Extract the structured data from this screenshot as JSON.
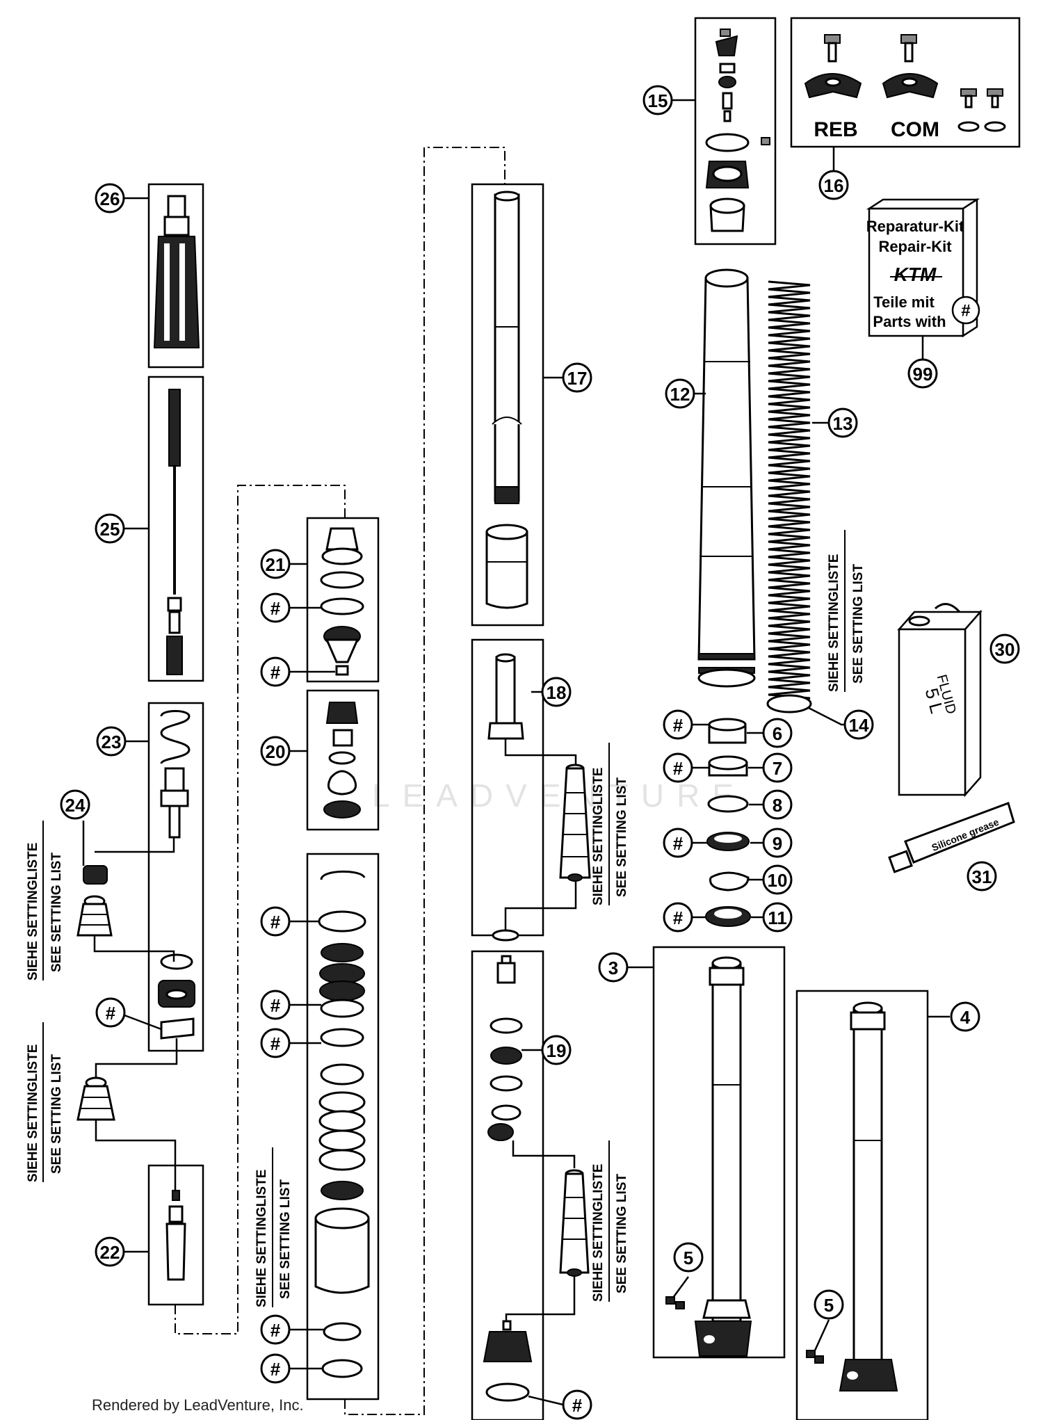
{
  "callouts": {
    "c3": "3",
    "c4": "4",
    "c5a": "5",
    "c5b": "5",
    "c6": "6",
    "c7": "7",
    "c8": "8",
    "c9": "9",
    "c10": "10",
    "c11": "11",
    "c12": "12",
    "c13": "13",
    "c14": "14",
    "c15": "15",
    "c16": "16",
    "c17": "17",
    "c18": "18",
    "c19": "19",
    "c20": "20",
    "c21": "21",
    "c22": "22",
    "c23": "23",
    "c24": "24",
    "c25": "25",
    "c26": "26",
    "c30": "30",
    "c31": "31",
    "c99": "99",
    "hash": "#"
  },
  "setting_list": {
    "de": "SIEHE SETTINGLISTE",
    "en": "SEE SETTING LIST"
  },
  "adjusters": {
    "reb": "REB",
    "com": "COM"
  },
  "repair_kit": {
    "line1": "Reparatur-Kit",
    "line2": "Repair-Kit",
    "brand": "KTM",
    "line3": "Teile mit",
    "line4": "Parts with",
    "symbol": "#"
  },
  "fluid_can": {
    "label": "FLUID",
    "volume": "5 L"
  },
  "grease_tube": {
    "label": "Silicone grease"
  },
  "watermark": "LEADVENTURE",
  "credit": "Rendered by LeadVenture, Inc."
}
